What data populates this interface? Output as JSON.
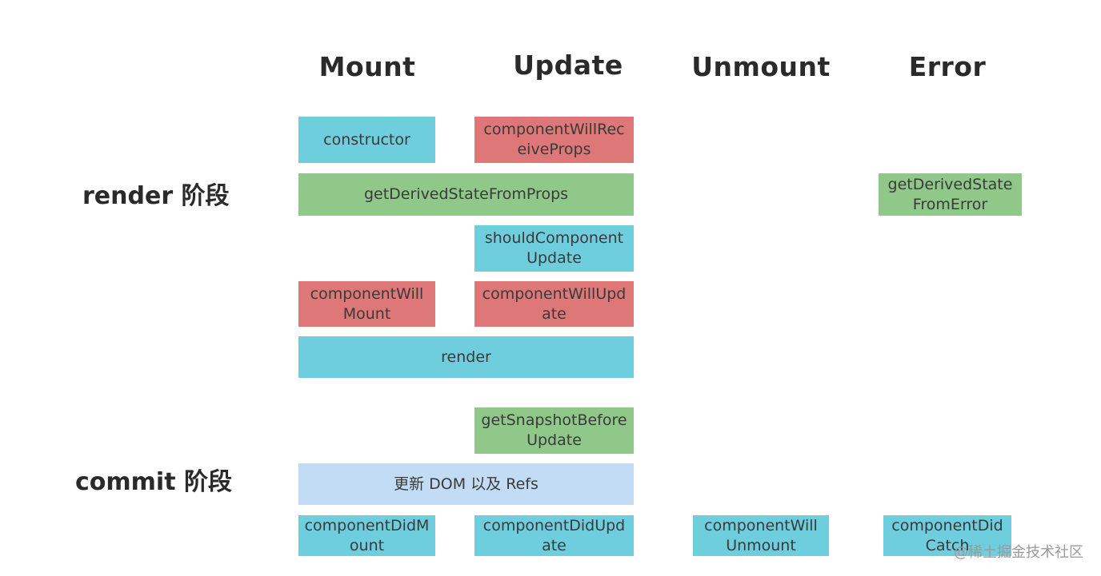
{
  "columns": {
    "mount": "Mount",
    "update": "Update",
    "unmount": "Unmount",
    "error": "Error"
  },
  "phases": {
    "render": "render 阶段",
    "commit": "commit 阶段"
  },
  "boxes": {
    "constructor": "constructor",
    "componentWillReceiveProps": "componentWillReceiveProps",
    "getDerivedStateFromProps": "getDerivedStateFromProps",
    "getDerivedStateFromError": "getDerivedState FromError",
    "shouldComponentUpdate": "shouldComponentUpdate",
    "componentWillMount": "componentWill Mount",
    "componentWillUpdate": "componentWillUpdate",
    "render": "render",
    "getSnapshotBeforeUpdate": "getSnapshotBeforeUpdate",
    "updateDom": "更新 DOM 以及 Refs",
    "componentDidMount": "componentDidMount",
    "componentDidUpdate": "componentDidUpdate",
    "componentWillUnmount": "componentWill Unmount",
    "componentDidCatch": "componentDid Catch"
  },
  "colors": {
    "blue": "#6fcede",
    "red": "#de7777",
    "green": "#90c88a",
    "light_blue": "#c3dcf5"
  },
  "watermark": "@稀土掘金技术社区"
}
